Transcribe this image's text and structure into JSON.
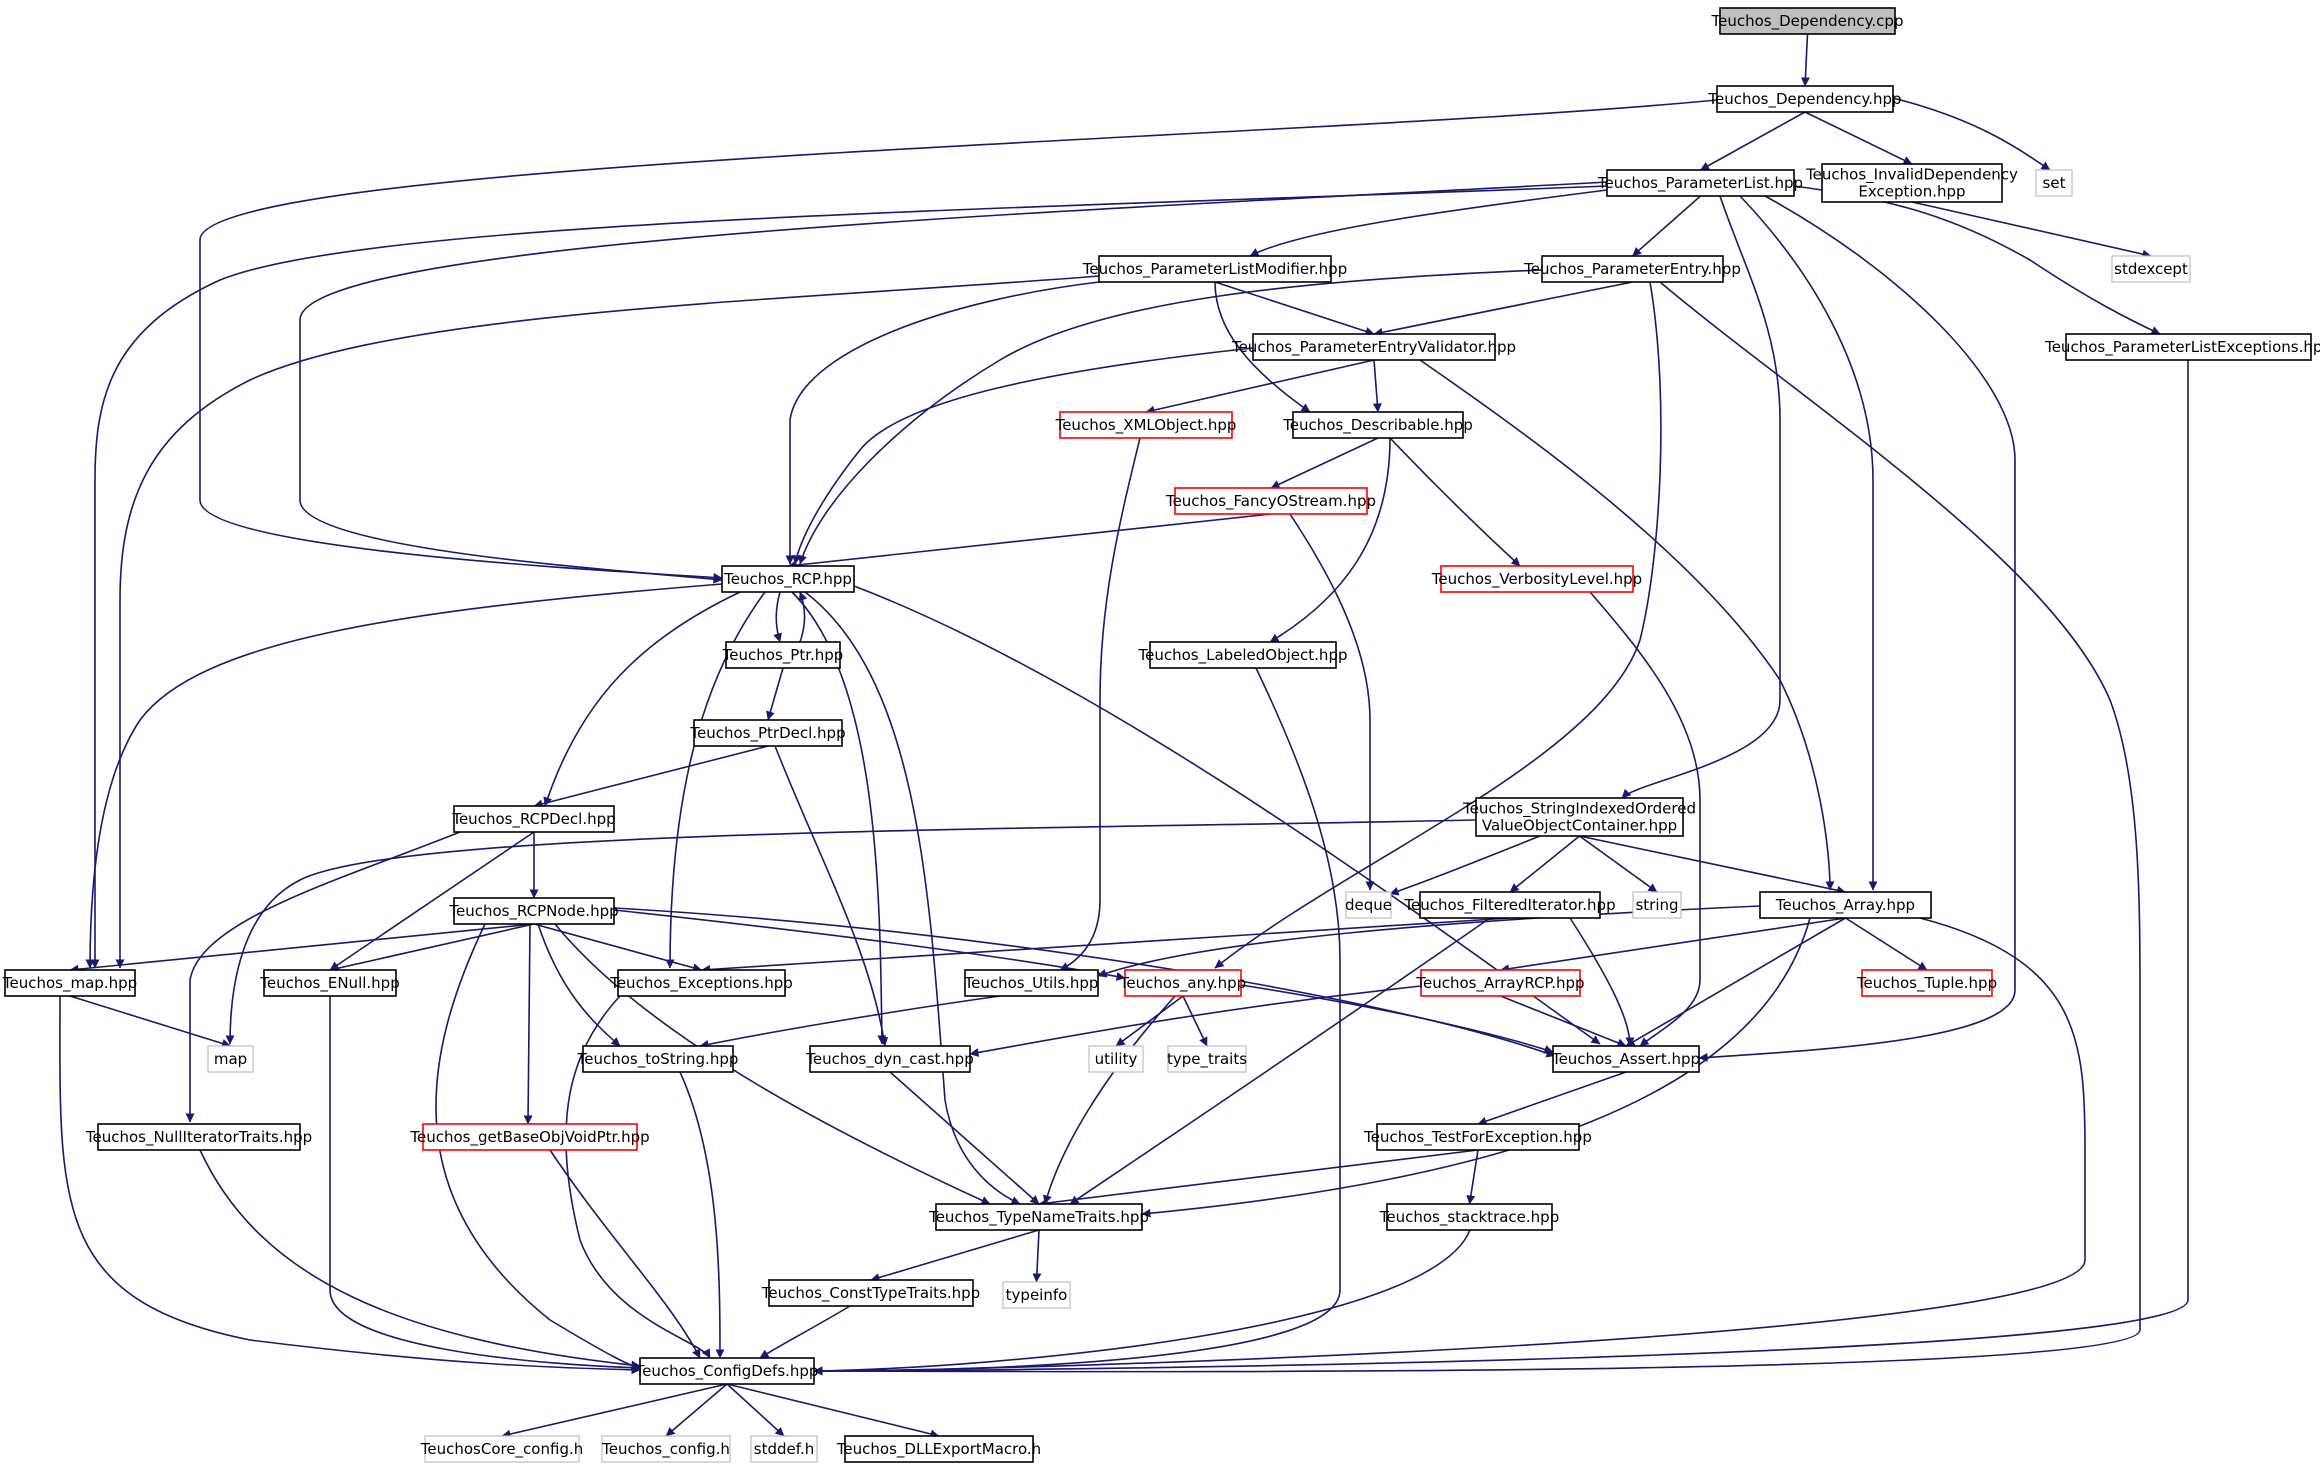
{
  "graph": {
    "colors": {
      "edge": "#191970",
      "root_fill": "#bfbfbf",
      "node_border": "#000000",
      "truncated_border": "#ff0000",
      "external_border": "#bfbfbf"
    },
    "nodes": [
      {
        "id": "dependency_cpp",
        "lines": [
          "Teuchos_Dependency.cpp"
        ],
        "kind": "root"
      },
      {
        "id": "dependency_hpp",
        "lines": [
          "Teuchos_Dependency.hpp"
        ],
        "kind": "main"
      },
      {
        "id": "parameterlist",
        "lines": [
          "Teuchos_ParameterList.hpp"
        ],
        "kind": "main"
      },
      {
        "id": "invaliddep",
        "lines": [
          "Teuchos_InvalidDependency",
          "Exception.hpp"
        ],
        "kind": "main"
      },
      {
        "id": "set",
        "lines": [
          "set"
        ],
        "kind": "ext"
      },
      {
        "id": "stdexcept",
        "lines": [
          "stdexcept"
        ],
        "kind": "ext"
      },
      {
        "id": "plmodifier",
        "lines": [
          "Teuchos_ParameterListModifier.hpp"
        ],
        "kind": "main"
      },
      {
        "id": "paramentry",
        "lines": [
          "Teuchos_ParameterEntry.hpp"
        ],
        "kind": "main"
      },
      {
        "id": "plexceptions",
        "lines": [
          "Teuchos_ParameterListExceptions.hpp"
        ],
        "kind": "main"
      },
      {
        "id": "pevalidator",
        "lines": [
          "Teuchos_ParameterEntryValidator.hpp"
        ],
        "kind": "main"
      },
      {
        "id": "xmlobject",
        "lines": [
          "Teuchos_XMLObject.hpp"
        ],
        "kind": "red"
      },
      {
        "id": "describable",
        "lines": [
          "Teuchos_Describable.hpp"
        ],
        "kind": "main"
      },
      {
        "id": "fancyostream",
        "lines": [
          "Teuchos_FancyOStream.hpp"
        ],
        "kind": "red"
      },
      {
        "id": "rcp",
        "lines": [
          "Teuchos_RCP.hpp"
        ],
        "kind": "main"
      },
      {
        "id": "verbosity",
        "lines": [
          "Teuchos_VerbosityLevel.hpp"
        ],
        "kind": "red"
      },
      {
        "id": "ptr",
        "lines": [
          "Teuchos_Ptr.hpp"
        ],
        "kind": "main"
      },
      {
        "id": "labeledobject",
        "lines": [
          "Teuchos_LabeledObject.hpp"
        ],
        "kind": "main"
      },
      {
        "id": "ptrdecl",
        "lines": [
          "Teuchos_PtrDecl.hpp"
        ],
        "kind": "main"
      },
      {
        "id": "rcpdecl",
        "lines": [
          "Teuchos_RCPDecl.hpp"
        ],
        "kind": "main"
      },
      {
        "id": "sioc",
        "lines": [
          "Teuchos_StringIndexedOrdered",
          "ValueObjectContainer.hpp"
        ],
        "kind": "main"
      },
      {
        "id": "rcpnode",
        "lines": [
          "Teuchos_RCPNode.hpp"
        ],
        "kind": "main"
      },
      {
        "id": "deque",
        "lines": [
          "deque"
        ],
        "kind": "ext"
      },
      {
        "id": "filtered",
        "lines": [
          "Teuchos_FilteredIterator.hpp"
        ],
        "kind": "main"
      },
      {
        "id": "string",
        "lines": [
          "string"
        ],
        "kind": "ext"
      },
      {
        "id": "array",
        "lines": [
          "Teuchos_Array.hpp"
        ],
        "kind": "main"
      },
      {
        "id": "map_hpp",
        "lines": [
          "Teuchos_map.hpp"
        ],
        "kind": "main"
      },
      {
        "id": "enull",
        "lines": [
          "Teuchos_ENull.hpp"
        ],
        "kind": "main"
      },
      {
        "id": "exceptions",
        "lines": [
          "Teuchos_Exceptions.hpp"
        ],
        "kind": "main"
      },
      {
        "id": "utils",
        "lines": [
          "Teuchos_Utils.hpp"
        ],
        "kind": "main"
      },
      {
        "id": "any",
        "lines": [
          "Teuchos_any.hpp"
        ],
        "kind": "red"
      },
      {
        "id": "arrayrcp",
        "lines": [
          "Teuchos_ArrayRCP.hpp"
        ],
        "kind": "red"
      },
      {
        "id": "tuple",
        "lines": [
          "Teuchos_Tuple.hpp"
        ],
        "kind": "red"
      },
      {
        "id": "map",
        "lines": [
          "map"
        ],
        "kind": "ext"
      },
      {
        "id": "tostring",
        "lines": [
          "Teuchos_toString.hpp"
        ],
        "kind": "main"
      },
      {
        "id": "dyncast",
        "lines": [
          "Teuchos_dyn_cast.hpp"
        ],
        "kind": "main"
      },
      {
        "id": "utility",
        "lines": [
          "utility"
        ],
        "kind": "ext"
      },
      {
        "id": "type_traits",
        "lines": [
          "type_traits"
        ],
        "kind": "ext"
      },
      {
        "id": "assert",
        "lines": [
          "Teuchos_Assert.hpp"
        ],
        "kind": "main"
      },
      {
        "id": "nulliter",
        "lines": [
          "Teuchos_NullIteratorTraits.hpp"
        ],
        "kind": "main"
      },
      {
        "id": "getbase",
        "lines": [
          "Teuchos_getBaseObjVoidPtr.hpp"
        ],
        "kind": "red"
      },
      {
        "id": "testforexc",
        "lines": [
          "Teuchos_TestForException.hpp"
        ],
        "kind": "main"
      },
      {
        "id": "typename",
        "lines": [
          "Teuchos_TypeNameTraits.hpp"
        ],
        "kind": "main"
      },
      {
        "id": "stacktrace",
        "lines": [
          "Teuchos_stacktrace.hpp"
        ],
        "kind": "main"
      },
      {
        "id": "consttype",
        "lines": [
          "Teuchos_ConstTypeTraits.hpp"
        ],
        "kind": "main"
      },
      {
        "id": "typeinfo",
        "lines": [
          "typeinfo"
        ],
        "kind": "ext"
      },
      {
        "id": "configdefs",
        "lines": [
          "Teuchos_ConfigDefs.hpp"
        ],
        "kind": "main"
      },
      {
        "id": "coreconfig",
        "lines": [
          "TeuchosCore_config.h"
        ],
        "kind": "ext"
      },
      {
        "id": "config_h",
        "lines": [
          "Teuchos_config.h"
        ],
        "kind": "ext"
      },
      {
        "id": "stddef",
        "lines": [
          "stddef.h"
        ],
        "kind": "ext"
      },
      {
        "id": "dllexport",
        "lines": [
          "Teuchos_DLLExportMacro.h"
        ],
        "kind": "main"
      }
    ],
    "edges": [
      [
        "dependency_cpp",
        "dependency_hpp"
      ],
      [
        "dependency_hpp",
        "parameterlist"
      ],
      [
        "dependency_hpp",
        "invaliddep"
      ],
      [
        "dependency_hpp",
        "set"
      ],
      [
        "dependency_hpp",
        "rcp"
      ],
      [
        "invaliddep",
        "stdexcept"
      ],
      [
        "parameterlist",
        "plmodifier"
      ],
      [
        "parameterlist",
        "paramentry"
      ],
      [
        "parameterlist",
        "plexceptions"
      ],
      [
        "parameterlist",
        "rcp"
      ],
      [
        "parameterlist",
        "map_hpp"
      ],
      [
        "parameterlist",
        "sioc"
      ],
      [
        "parameterlist",
        "array"
      ],
      [
        "parameterlist",
        "assert"
      ],
      [
        "plmodifier",
        "pevalidator"
      ],
      [
        "plmodifier",
        "describable"
      ],
      [
        "plmodifier",
        "rcp"
      ],
      [
        "plmodifier",
        "map_hpp"
      ],
      [
        "paramentry",
        "pevalidator"
      ],
      [
        "paramentry",
        "rcp"
      ],
      [
        "paramentry",
        "any"
      ],
      [
        "paramentry",
        "configdefs"
      ],
      [
        "plexceptions",
        "configdefs"
      ],
      [
        "pevalidator",
        "xmlobject"
      ],
      [
        "pevalidator",
        "describable"
      ],
      [
        "pevalidator",
        "rcp"
      ],
      [
        "pevalidator",
        "array"
      ],
      [
        "xmlobject",
        "utils"
      ],
      [
        "describable",
        "fancyostream"
      ],
      [
        "describable",
        "labeledobject"
      ],
      [
        "describable",
        "verbosity"
      ],
      [
        "fancyostream",
        "rcp"
      ],
      [
        "fancyostream",
        "deque"
      ],
      [
        "verbosity",
        "assert"
      ],
      [
        "labeledobject",
        "configdefs"
      ],
      [
        "rcp",
        "ptr"
      ],
      [
        "rcp",
        "rcpdecl"
      ],
      [
        "rcp",
        "exceptions"
      ],
      [
        "rcp",
        "dyncast"
      ],
      [
        "rcp",
        "typename"
      ],
      [
        "rcp",
        "map_hpp"
      ],
      [
        "rcp",
        "assert"
      ],
      [
        "ptr",
        "rcp"
      ],
      [
        "ptr",
        "ptrdecl"
      ],
      [
        "ptrdecl",
        "rcpdecl"
      ],
      [
        "ptrdecl",
        "dyncast"
      ],
      [
        "rcpdecl",
        "rcpnode"
      ],
      [
        "rcpdecl",
        "enull"
      ],
      [
        "rcpdecl",
        "nulliter"
      ],
      [
        "rcpnode",
        "map_hpp"
      ],
      [
        "rcpnode",
        "enull"
      ],
      [
        "rcpnode",
        "exceptions"
      ],
      [
        "rcpnode",
        "tostring"
      ],
      [
        "rcpnode",
        "getbase"
      ],
      [
        "rcpnode",
        "any"
      ],
      [
        "rcpnode",
        "assert"
      ],
      [
        "rcpnode",
        "typename"
      ],
      [
        "rcpnode",
        "configdefs"
      ],
      [
        "sioc",
        "map"
      ],
      [
        "sioc",
        "deque"
      ],
      [
        "sioc",
        "filtered"
      ],
      [
        "sioc",
        "string"
      ],
      [
        "sioc",
        "array"
      ],
      [
        "filtered",
        "exceptions"
      ],
      [
        "filtered",
        "assert"
      ],
      [
        "filtered",
        "typename"
      ],
      [
        "array",
        "utils"
      ],
      [
        "array",
        "arrayrcp"
      ],
      [
        "array",
        "tuple"
      ],
      [
        "array",
        "assert"
      ],
      [
        "array",
        "typename"
      ],
      [
        "array",
        "configdefs"
      ],
      [
        "arrayrcp",
        "dyncast"
      ],
      [
        "arrayrcp",
        "assert"
      ],
      [
        "any",
        "utility"
      ],
      [
        "any",
        "type_traits"
      ],
      [
        "any",
        "assert"
      ],
      [
        "any",
        "typename"
      ],
      [
        "utils",
        "tostring"
      ],
      [
        "map_hpp",
        "map"
      ],
      [
        "map_hpp",
        "configdefs"
      ],
      [
        "enull",
        "configdefs"
      ],
      [
        "exceptions",
        "configdefs"
      ],
      [
        "tostring",
        "configdefs"
      ],
      [
        "dyncast",
        "typename"
      ],
      [
        "assert",
        "testforexc"
      ],
      [
        "testforexc",
        "typename"
      ],
      [
        "testforexc",
        "stacktrace"
      ],
      [
        "stacktrace",
        "configdefs"
      ],
      [
        "nulliter",
        "configdefs"
      ],
      [
        "getbase",
        "configdefs"
      ],
      [
        "typename",
        "consttype"
      ],
      [
        "typename",
        "typeinfo"
      ],
      [
        "consttype",
        "configdefs"
      ],
      [
        "configdefs",
        "coreconfig"
      ],
      [
        "configdefs",
        "config_h"
      ],
      [
        "configdefs",
        "stddef"
      ],
      [
        "configdefs",
        "dllexport"
      ]
    ]
  }
}
